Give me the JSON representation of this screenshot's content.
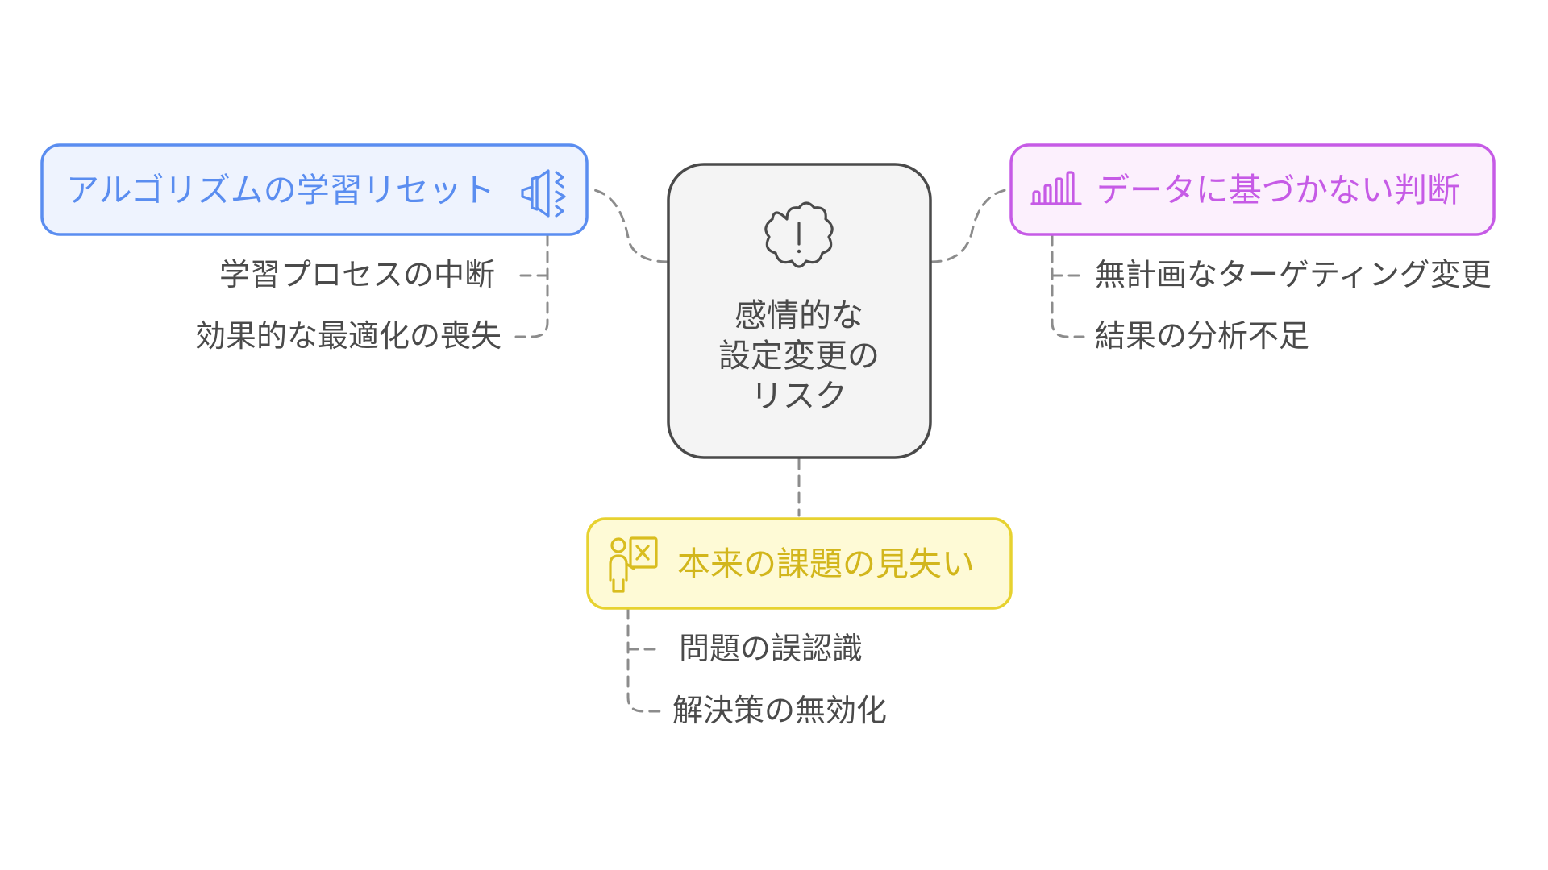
{
  "center": {
    "lines": [
      "感情的な",
      "設定変更の",
      "リスク"
    ],
    "icon": "exclamation-cloud-icon"
  },
  "branches": {
    "algorithm": {
      "title": "アルゴリズムの学習リセット",
      "icon": "megaphone-icon",
      "color": "#5a8df0",
      "items": [
        "学習プロセスの中断",
        "効果的な最適化の喪失"
      ]
    },
    "data": {
      "title": "データに基づかない判断",
      "icon": "bar-chart-icon",
      "color": "#c65be6",
      "items": [
        "無計画なターゲティング変更",
        "結果の分析不足"
      ]
    },
    "problem": {
      "title": "本来の課題の見失い",
      "icon": "presenter-board-icon",
      "color": "#e7d230",
      "items": [
        "問題の誤認識",
        "解決策の無効化"
      ]
    }
  }
}
